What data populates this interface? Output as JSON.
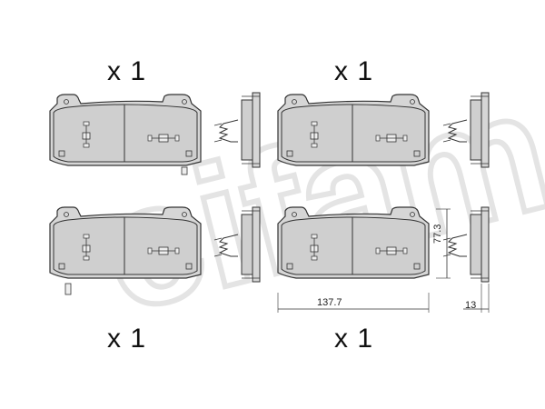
{
  "quantity_labels": {
    "top_left": "x 1",
    "top_right": "x 1",
    "bottom_left": "x 1",
    "bottom_right": "x 1"
  },
  "dimensions": {
    "width": "137.7",
    "height": "77.3",
    "thickness": "13"
  },
  "watermark": {
    "text": "cifam"
  },
  "colors": {
    "pad_fill": "#d3d3d3",
    "outline": "#333333",
    "watermark": "#e6e6e6"
  }
}
